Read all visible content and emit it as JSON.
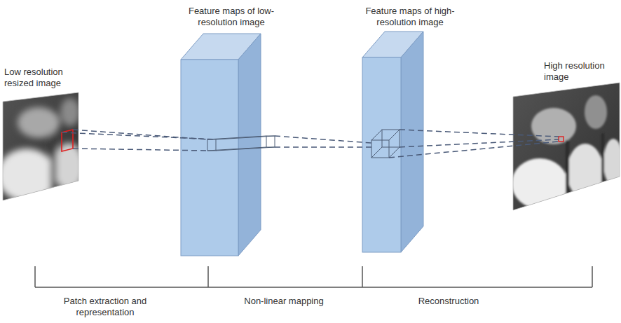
{
  "diagram": {
    "nodes": [
      {
        "text": [
          "Low resolution resized image"
        ]
      },
      {
        "text": [
          "Feature maps of low-resolution image"
        ]
      },
      {
        "text": [
          "Feature maps of high-resolution image"
        ]
      },
      {
        "text": [
          "High resolution image"
        ]
      }
    ],
    "labels": [
      "Patch extraction and representation",
      "Non-linear mapping",
      "Reconstruction"
    ]
  }
}
